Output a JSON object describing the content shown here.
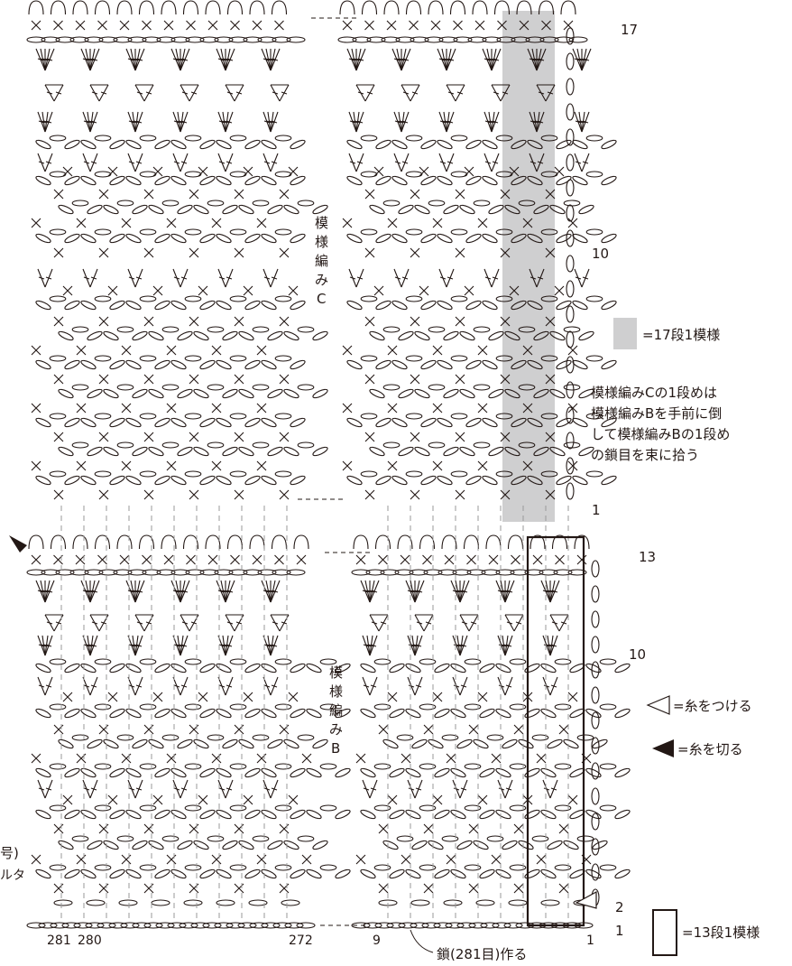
{
  "diagram": {
    "row_labels": {
      "c_17": "17",
      "c_10": "10",
      "c_1": "1",
      "b_13": "13",
      "b_10": "10",
      "b_2": "2",
      "b_1": "1"
    },
    "pattern_c_label": [
      "模",
      "様",
      "編",
      "み",
      "C"
    ],
    "pattern_b_label": [
      "模",
      "様",
      "編",
      "み",
      "B"
    ],
    "stitch_labels": {
      "s281": "281",
      "s280": "280",
      "s272": "272",
      "s9": "9",
      "s1": "1"
    },
    "foundation_label": "鎖(281目)作る",
    "left_partial": [
      "号)",
      "ルタ"
    ]
  },
  "legend": {
    "repeat_c": "=17段1模様",
    "note_c": [
      "模様編みCの1段めは",
      "模様編みBを手前に倒",
      "して模様編みBの1段め",
      "の鎖目を束に拾う"
    ],
    "join_yarn": "=糸をつける",
    "cut_yarn": "=糸を切る",
    "repeat_b": "=13段1模様"
  },
  "colors": {
    "ink": "#231815",
    "shade": "#cfcfd0",
    "dash": "#9a9a9a"
  }
}
